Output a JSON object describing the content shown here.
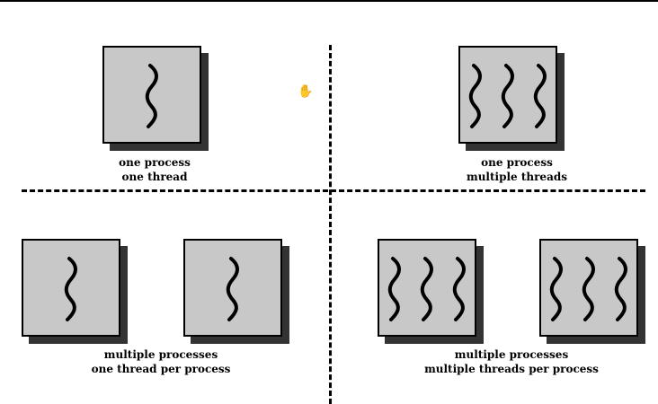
{
  "quadrants": [
    {
      "id": "one-process-one-thread",
      "label_line1": "one process",
      "label_line2": "one thread",
      "processes": [
        {
          "threads": 1
        }
      ]
    },
    {
      "id": "one-process-multiple-threads",
      "label_line1": "one process",
      "label_line2": "multiple threads",
      "processes": [
        {
          "threads": 3
        }
      ]
    },
    {
      "id": "multiple-processes-one-thread",
      "label_line1": "multiple processes",
      "label_line2": "one thread per process",
      "processes": [
        {
          "threads": 1
        },
        {
          "threads": 1
        }
      ]
    },
    {
      "id": "multiple-processes-multiple-threads",
      "label_line1": "multiple processes",
      "label_line2": "multiple threads per process",
      "processes": [
        {
          "threads": 3
        },
        {
          "threads": 3
        }
      ]
    }
  ],
  "colors": {
    "box_fill": "#c8c8c8",
    "shadow": "#333333",
    "line": "#000000"
  },
  "cursor_icon": "hand-cursor-icon"
}
